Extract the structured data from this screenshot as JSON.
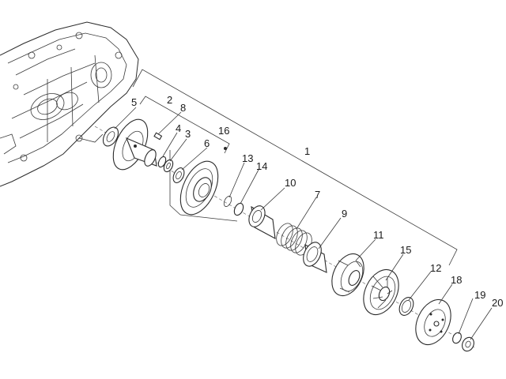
{
  "diagram": {
    "type": "exploded-parts-view",
    "labels": [
      {
        "id": "1",
        "text": "1"
      },
      {
        "id": "2",
        "text": "2"
      },
      {
        "id": "3",
        "text": "3"
      },
      {
        "id": "4",
        "text": "4"
      },
      {
        "id": "5",
        "text": "5"
      },
      {
        "id": "6",
        "text": "6"
      },
      {
        "id": "7",
        "text": "7"
      },
      {
        "id": "8",
        "text": "8"
      },
      {
        "id": "9",
        "text": "9"
      },
      {
        "id": "10",
        "text": "10"
      },
      {
        "id": "11",
        "text": "11"
      },
      {
        "id": "12",
        "text": "12"
      },
      {
        "id": "13",
        "text": "13"
      },
      {
        "id": "14",
        "text": "14"
      },
      {
        "id": "15",
        "text": "15"
      },
      {
        "id": "16",
        "text": "16"
      },
      {
        "id": "18",
        "text": "18"
      },
      {
        "id": "19",
        "text": "19"
      },
      {
        "id": "20",
        "text": "20"
      }
    ]
  }
}
